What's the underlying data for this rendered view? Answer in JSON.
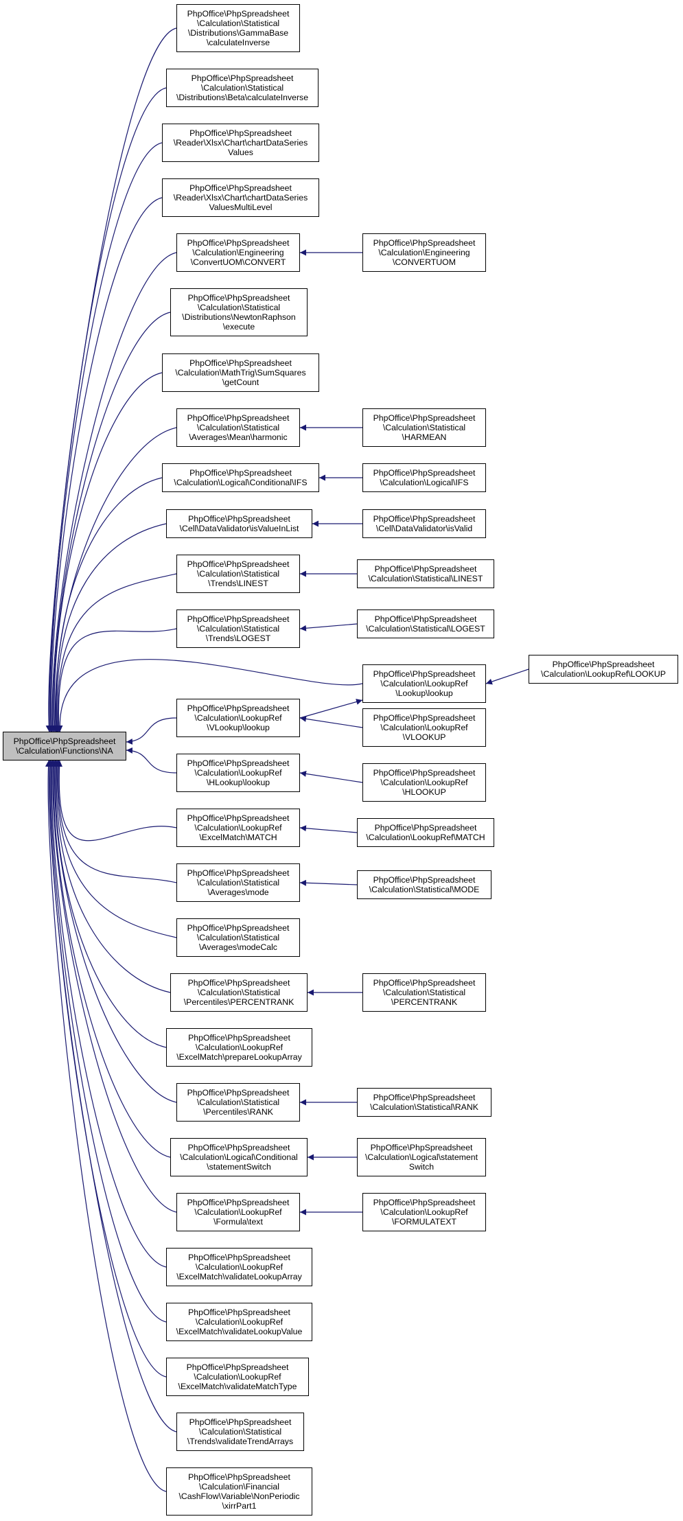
{
  "colors": {
    "edge": "#191970",
    "root_fill": "#bfbfbf",
    "node_fill": "#ffffff",
    "border": "#000000"
  },
  "root": {
    "id": "root",
    "lines": [
      "PhpOffice\\PhpSpreadsheet",
      "\\Calculation\\Functions\\NA"
    ]
  },
  "callers": [
    {
      "id": "c1",
      "lines": [
        "PhpOffice\\PhpSpreadsheet",
        "\\Calculation\\Statistical",
        "\\Distributions\\GammaBase",
        "\\calculateInverse"
      ]
    },
    {
      "id": "c2",
      "lines": [
        "PhpOffice\\PhpSpreadsheet",
        "\\Calculation\\Statistical",
        "\\Distributions\\Beta\\calculateInverse"
      ]
    },
    {
      "id": "c3",
      "lines": [
        "PhpOffice\\PhpSpreadsheet",
        "\\Reader\\Xlsx\\Chart\\chartDataSeries",
        "Values"
      ]
    },
    {
      "id": "c4",
      "lines": [
        "PhpOffice\\PhpSpreadsheet",
        "\\Reader\\Xlsx\\Chart\\chartDataSeries",
        "ValuesMultiLevel"
      ]
    },
    {
      "id": "c5",
      "lines": [
        "PhpOffice\\PhpSpreadsheet",
        "\\Calculation\\Engineering",
        "\\ConvertUOM\\CONVERT"
      ]
    },
    {
      "id": "c6",
      "lines": [
        "PhpOffice\\PhpSpreadsheet",
        "\\Calculation\\Statistical",
        "\\Distributions\\NewtonRaphson",
        "\\execute"
      ]
    },
    {
      "id": "c7",
      "lines": [
        "PhpOffice\\PhpSpreadsheet",
        "\\Calculation\\MathTrig\\SumSquares",
        "\\getCount"
      ]
    },
    {
      "id": "c8",
      "lines": [
        "PhpOffice\\PhpSpreadsheet",
        "\\Calculation\\Statistical",
        "\\Averages\\Mean\\harmonic"
      ]
    },
    {
      "id": "c9",
      "lines": [
        "PhpOffice\\PhpSpreadsheet",
        "\\Calculation\\Logical\\Conditional\\IFS"
      ]
    },
    {
      "id": "c10",
      "lines": [
        "PhpOffice\\PhpSpreadsheet",
        "\\Cell\\DataValidator\\isValueInList"
      ]
    },
    {
      "id": "c11",
      "lines": [
        "PhpOffice\\PhpSpreadsheet",
        "\\Calculation\\Statistical",
        "\\Trends\\LINEST"
      ]
    },
    {
      "id": "c12",
      "lines": [
        "PhpOffice\\PhpSpreadsheet",
        "\\Calculation\\Statistical",
        "\\Trends\\LOGEST"
      ]
    },
    {
      "id": "c13",
      "lines": [
        "PhpOffice\\PhpSpreadsheet",
        "\\Calculation\\LookupRef",
        "\\Lookup\\lookup"
      ]
    },
    {
      "id": "c14",
      "lines": [
        "PhpOffice\\PhpSpreadsheet",
        "\\Calculation\\LookupRef",
        "\\VLookup\\lookup"
      ]
    },
    {
      "id": "c15",
      "lines": [
        "PhpOffice\\PhpSpreadsheet",
        "\\Calculation\\LookupRef",
        "\\HLookup\\lookup"
      ]
    },
    {
      "id": "c16",
      "lines": [
        "PhpOffice\\PhpSpreadsheet",
        "\\Calculation\\LookupRef",
        "\\ExcelMatch\\MATCH"
      ]
    },
    {
      "id": "c17",
      "lines": [
        "PhpOffice\\PhpSpreadsheet",
        "\\Calculation\\Statistical",
        "\\Averages\\mode"
      ]
    },
    {
      "id": "c18",
      "lines": [
        "PhpOffice\\PhpSpreadsheet",
        "\\Calculation\\Statistical",
        "\\Averages\\modeCalc"
      ]
    },
    {
      "id": "c19",
      "lines": [
        "PhpOffice\\PhpSpreadsheet",
        "\\Calculation\\Statistical",
        "\\Percentiles\\PERCENTRANK"
      ]
    },
    {
      "id": "c20",
      "lines": [
        "PhpOffice\\PhpSpreadsheet",
        "\\Calculation\\LookupRef",
        "\\ExcelMatch\\prepareLookupArray"
      ]
    },
    {
      "id": "c21",
      "lines": [
        "PhpOffice\\PhpSpreadsheet",
        "\\Calculation\\Statistical",
        "\\Percentiles\\RANK"
      ]
    },
    {
      "id": "c22",
      "lines": [
        "PhpOffice\\PhpSpreadsheet",
        "\\Calculation\\Logical\\Conditional",
        "\\statementSwitch"
      ]
    },
    {
      "id": "c23",
      "lines": [
        "PhpOffice\\PhpSpreadsheet",
        "\\Calculation\\LookupRef",
        "\\Formula\\text"
      ]
    },
    {
      "id": "c24",
      "lines": [
        "PhpOffice\\PhpSpreadsheet",
        "\\Calculation\\LookupRef",
        "\\ExcelMatch\\validateLookupArray"
      ]
    },
    {
      "id": "c25",
      "lines": [
        "PhpOffice\\PhpSpreadsheet",
        "\\Calculation\\LookupRef",
        "\\ExcelMatch\\validateLookupValue"
      ]
    },
    {
      "id": "c26",
      "lines": [
        "PhpOffice\\PhpSpreadsheet",
        "\\Calculation\\LookupRef",
        "\\ExcelMatch\\validateMatchType"
      ]
    },
    {
      "id": "c27",
      "lines": [
        "PhpOffice\\PhpSpreadsheet",
        "\\Calculation\\Statistical",
        "\\Trends\\validateTrendArrays"
      ]
    },
    {
      "id": "c28",
      "lines": [
        "PhpOffice\\PhpSpreadsheet",
        "\\Calculation\\Financial",
        "\\CashFlow\\Variable\\NonPeriodic",
        "\\xirrPart1"
      ]
    }
  ],
  "second_level": [
    {
      "id": "s5",
      "from": [
        "c5"
      ],
      "lines": [
        "PhpOffice\\PhpSpreadsheet",
        "\\Calculation\\Engineering",
        "\\CONVERTUOM"
      ]
    },
    {
      "id": "s8",
      "from": [
        "c8"
      ],
      "lines": [
        "PhpOffice\\PhpSpreadsheet",
        "\\Calculation\\Statistical",
        "\\HARMEAN"
      ]
    },
    {
      "id": "s9",
      "from": [
        "c9"
      ],
      "lines": [
        "PhpOffice\\PhpSpreadsheet",
        "\\Calculation\\Logical\\IFS"
      ]
    },
    {
      "id": "s10",
      "from": [
        "c10"
      ],
      "lines": [
        "PhpOffice\\PhpSpreadsheet",
        "\\Cell\\DataValidator\\isValid"
      ]
    },
    {
      "id": "s11",
      "from": [
        "c11"
      ],
      "lines": [
        "PhpOffice\\PhpSpreadsheet",
        "\\Calculation\\Statistical\\LINEST"
      ]
    },
    {
      "id": "s12",
      "from": [
        "c12"
      ],
      "lines": [
        "PhpOffice\\PhpSpreadsheet",
        "\\Calculation\\Statistical\\LOGEST"
      ]
    },
    {
      "id": "s14",
      "from": [
        "c14"
      ],
      "lines": [
        "PhpOffice\\PhpSpreadsheet",
        "\\Calculation\\LookupRef",
        "\\VLOOKUP"
      ]
    },
    {
      "id": "s15",
      "from": [
        "c15"
      ],
      "lines": [
        "PhpOffice\\PhpSpreadsheet",
        "\\Calculation\\LookupRef",
        "\\HLOOKUP"
      ]
    },
    {
      "id": "s16",
      "from": [
        "c16"
      ],
      "lines": [
        "PhpOffice\\PhpSpreadsheet",
        "\\Calculation\\LookupRef\\MATCH"
      ]
    },
    {
      "id": "s17",
      "from": [
        "c17"
      ],
      "lines": [
        "PhpOffice\\PhpSpreadsheet",
        "\\Calculation\\Statistical\\MODE"
      ]
    },
    {
      "id": "s19",
      "from": [
        "c19"
      ],
      "lines": [
        "PhpOffice\\PhpSpreadsheet",
        "\\Calculation\\Statistical",
        "\\PERCENTRANK"
      ]
    },
    {
      "id": "s21",
      "from": [
        "c21"
      ],
      "lines": [
        "PhpOffice\\PhpSpreadsheet",
        "\\Calculation\\Statistical\\RANK"
      ]
    },
    {
      "id": "s22",
      "from": [
        "c22"
      ],
      "lines": [
        "PhpOffice\\PhpSpreadsheet",
        "\\Calculation\\Logical\\statement",
        "Switch"
      ]
    },
    {
      "id": "s23",
      "from": [
        "c23"
      ],
      "lines": [
        "PhpOffice\\PhpSpreadsheet",
        "\\Calculation\\LookupRef",
        "\\FORMULATEXT"
      ]
    }
  ],
  "third_level": [
    {
      "id": "t13",
      "from": [
        "c13"
      ],
      "lines": [
        "PhpOffice\\PhpSpreadsheet",
        "\\Calculation\\LookupRef\\LOOKUP"
      ]
    }
  ]
}
